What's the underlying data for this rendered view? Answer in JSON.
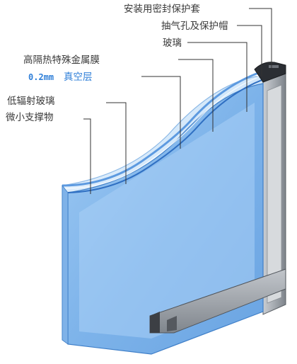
{
  "labels": {
    "seal_sleeve": "安装用密封保护套",
    "exhaust_cap": "抽气孔及保护帽",
    "glass": "玻璃",
    "metal_film": "高隔热特殊金属膜",
    "vacuum_gap_value": "0.2mm",
    "vacuum_layer": "真空层",
    "low_e_glass": "低辐射玻璃",
    "micro_support": "微小支撑物"
  },
  "colors": {
    "glass_light": "#cfe6fb",
    "glass_mid": "#8fbfef",
    "glass_dark": "#4a8fd6",
    "frame": "#9a9fa6",
    "frame_dark": "#3c3f44",
    "leader": "#333333",
    "vacuum_text": "#2f7fd8"
  }
}
